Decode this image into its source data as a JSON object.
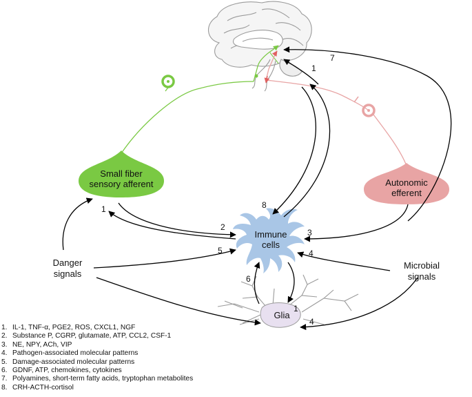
{
  "nodes": {
    "sensory": [
      "Small fiber",
      "sensory afferent"
    ],
    "autonomic": [
      "Autonomic",
      "efferent"
    ],
    "immune": [
      "Immune",
      "cells"
    ],
    "glia": "Glia",
    "danger": [
      "Danger",
      "signals"
    ],
    "microbial": [
      "Microbial",
      "signals"
    ]
  },
  "arrow_labels": {
    "a1_brain": "1",
    "a7": "7",
    "a8": "8",
    "a1_sensory": "1",
    "a2": "2",
    "a3": "3",
    "a5": "5",
    "a4_immune": "4",
    "a6": "6",
    "a1_glia": "1",
    "a4_glia": "4"
  },
  "legend": [
    {
      "num": "1.",
      "text": "IL-1, TNF-α, PGE2, ROS, CXCL1, NGF"
    },
    {
      "num": "2.",
      "text": "Substance P, CGRP, glutamate, ATP, CCL2, CSF-1"
    },
    {
      "num": "3.",
      "text": "NE, NPY, ACh, VIP"
    },
    {
      "num": "4.",
      "text": "Pathogen-associated molecular patterns"
    },
    {
      "num": "5.",
      "text": "Damage-associated molecular patterns"
    },
    {
      "num": "6.",
      "text": "GDNF, ATP, chemokines, cytokines"
    },
    {
      "num": "7.",
      "text": "Polyamines, short-term fatty acids, tryptophan metabolites"
    },
    {
      "num": "8.",
      "text": "CRH-ACTH-cortisol"
    }
  ],
  "colors": {
    "sensory": "#7ac943",
    "autonomic": "#e8a4a4",
    "immune": "#a9c6e6",
    "glia": "#e8e0f0",
    "arrow": "#000000"
  }
}
